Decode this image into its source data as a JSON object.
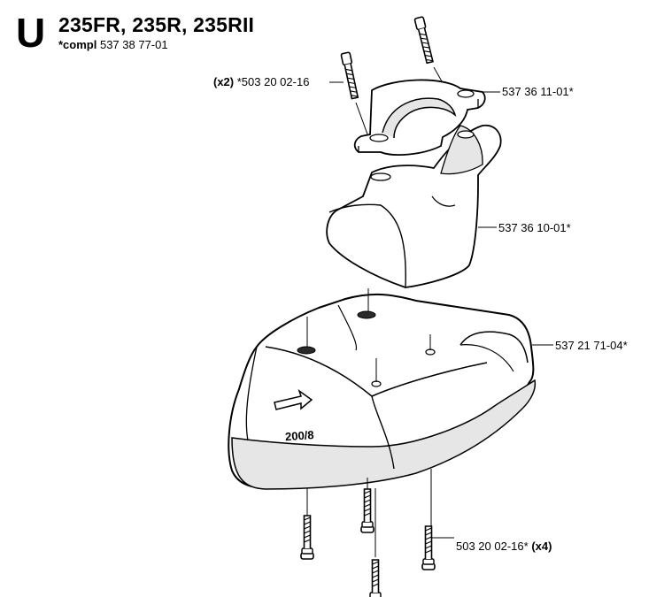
{
  "header": {
    "section_letter": "U",
    "models": "235FR, 235R, 235RII",
    "compl_prefix": "*compl",
    "compl_number": "537 38 77-01"
  },
  "parts": {
    "bolt_upper": {
      "qty": "(x2)",
      "number": "*503 20 02-16"
    },
    "clamp_upper": {
      "number": "537 36 11-01*"
    },
    "clamp_lower": {
      "number": "537 36 10-01*"
    },
    "guard": {
      "number": "537 21 71-04*",
      "embossed_text": "200/8"
    },
    "bolt_lower": {
      "number": "503 20 02-16*",
      "qty": "(x4)"
    }
  },
  "colors": {
    "line": "#000000",
    "fill": "#ffffff",
    "shade": "#e6e6e6",
    "dark": "#2a2a2a"
  }
}
